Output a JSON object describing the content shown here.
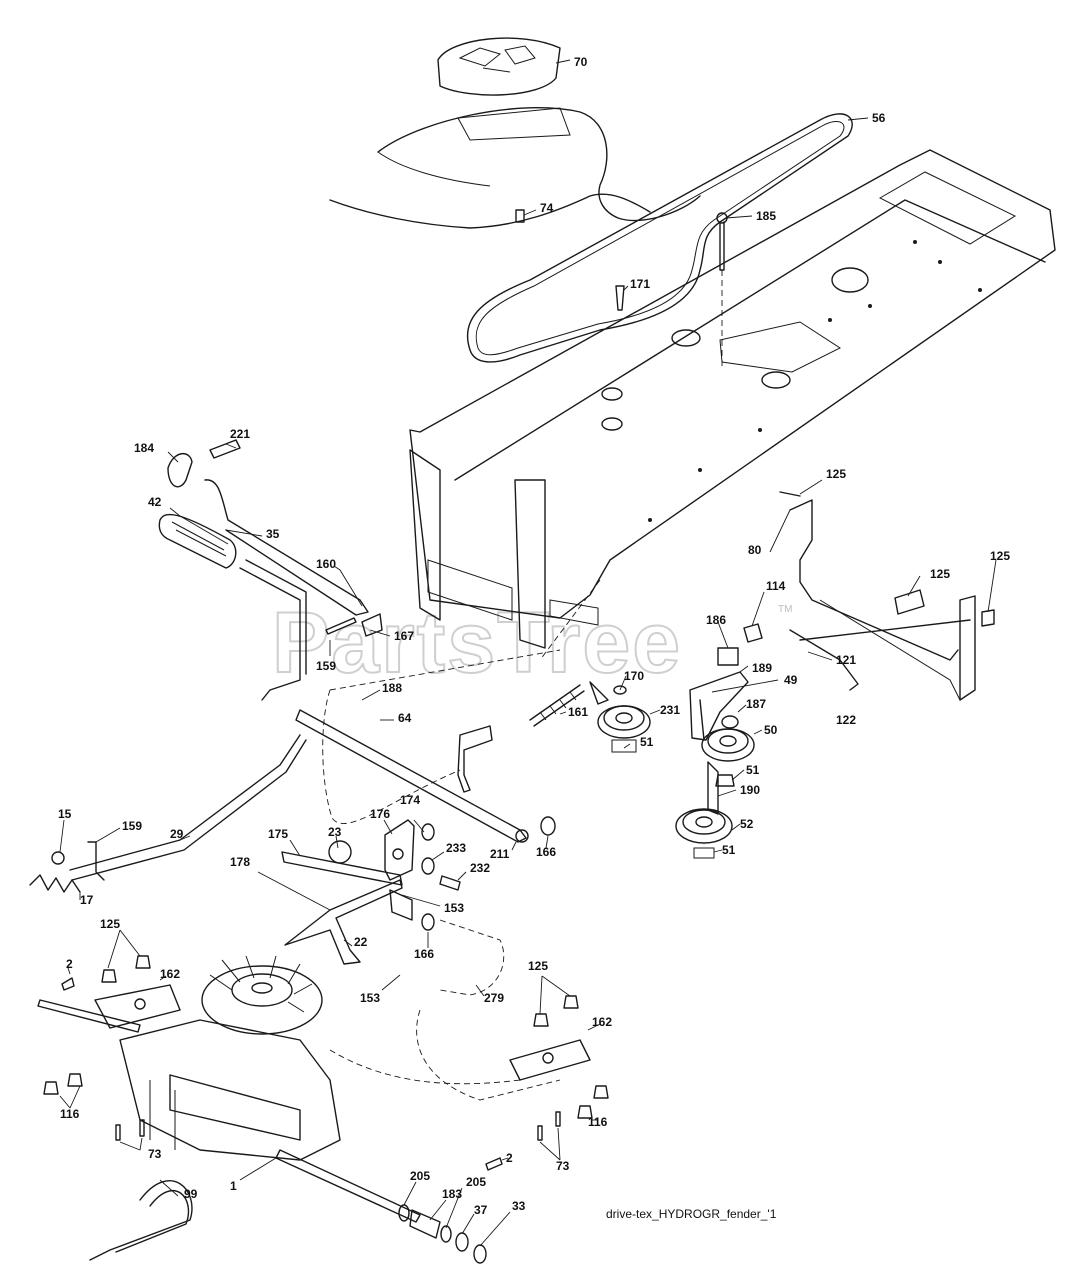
{
  "diagram": {
    "caption": "drive-tex_HYDROGR_fender_'1",
    "watermark": "PartsTree",
    "watermark_tm": "TM",
    "callouts": [
      {
        "id": "c70",
        "text": "70"
      },
      {
        "id": "c56",
        "text": "56"
      },
      {
        "id": "c74",
        "text": "74"
      },
      {
        "id": "c185",
        "text": "185"
      },
      {
        "id": "c171",
        "text": "171"
      },
      {
        "id": "c221",
        "text": "221"
      },
      {
        "id": "c184",
        "text": "184"
      },
      {
        "id": "c42",
        "text": "42"
      },
      {
        "id": "c35",
        "text": "35"
      },
      {
        "id": "c160",
        "text": "160"
      },
      {
        "id": "c167",
        "text": "167"
      },
      {
        "id": "c159a",
        "text": "159"
      },
      {
        "id": "c188",
        "text": "188"
      },
      {
        "id": "c64",
        "text": "64"
      },
      {
        "id": "c125a",
        "text": "125"
      },
      {
        "id": "c80",
        "text": "80"
      },
      {
        "id": "c125b",
        "text": "125"
      },
      {
        "id": "c125c",
        "text": "125"
      },
      {
        "id": "c114",
        "text": "114"
      },
      {
        "id": "c186",
        "text": "186"
      },
      {
        "id": "c121",
        "text": "121"
      },
      {
        "id": "c189",
        "text": "189"
      },
      {
        "id": "c49",
        "text": "49"
      },
      {
        "id": "c187",
        "text": "187"
      },
      {
        "id": "c122",
        "text": "122"
      },
      {
        "id": "c170",
        "text": "170"
      },
      {
        "id": "c161",
        "text": "161"
      },
      {
        "id": "c231",
        "text": "231"
      },
      {
        "id": "c51a",
        "text": "51"
      },
      {
        "id": "c50",
        "text": "50"
      },
      {
        "id": "c51b",
        "text": "51"
      },
      {
        "id": "c190",
        "text": "190"
      },
      {
        "id": "c52",
        "text": "52"
      },
      {
        "id": "c51c",
        "text": "51"
      },
      {
        "id": "c29",
        "text": "29"
      },
      {
        "id": "c15",
        "text": "15"
      },
      {
        "id": "c159b",
        "text": "159"
      },
      {
        "id": "c17",
        "text": "17"
      },
      {
        "id": "c174",
        "text": "174"
      },
      {
        "id": "c176",
        "text": "176"
      },
      {
        "id": "c175",
        "text": "175"
      },
      {
        "id": "c23",
        "text": "23"
      },
      {
        "id": "c233",
        "text": "233"
      },
      {
        "id": "c232",
        "text": "232"
      },
      {
        "id": "c211",
        "text": "211"
      },
      {
        "id": "c166a",
        "text": "166"
      },
      {
        "id": "c178",
        "text": "178"
      },
      {
        "id": "c153a",
        "text": "153"
      },
      {
        "id": "c22",
        "text": "22"
      },
      {
        "id": "c166b",
        "text": "166"
      },
      {
        "id": "c125d",
        "text": "125"
      },
      {
        "id": "c2a",
        "text": "2"
      },
      {
        "id": "c162a",
        "text": "162"
      },
      {
        "id": "c153b",
        "text": "153"
      },
      {
        "id": "c279",
        "text": "279"
      },
      {
        "id": "c125e",
        "text": "125"
      },
      {
        "id": "c162b",
        "text": "162"
      },
      {
        "id": "c116a",
        "text": "116"
      },
      {
        "id": "c116b",
        "text": "116"
      },
      {
        "id": "c73a",
        "text": "73"
      },
      {
        "id": "c73b",
        "text": "73"
      },
      {
        "id": "c205a",
        "text": "205"
      },
      {
        "id": "c2b",
        "text": "2"
      },
      {
        "id": "c183",
        "text": "183"
      },
      {
        "id": "c205b",
        "text": "205"
      },
      {
        "id": "c37",
        "text": "37"
      },
      {
        "id": "c33",
        "text": "33"
      },
      {
        "id": "c99",
        "text": "99"
      },
      {
        "id": "c1",
        "text": "1"
      }
    ]
  }
}
